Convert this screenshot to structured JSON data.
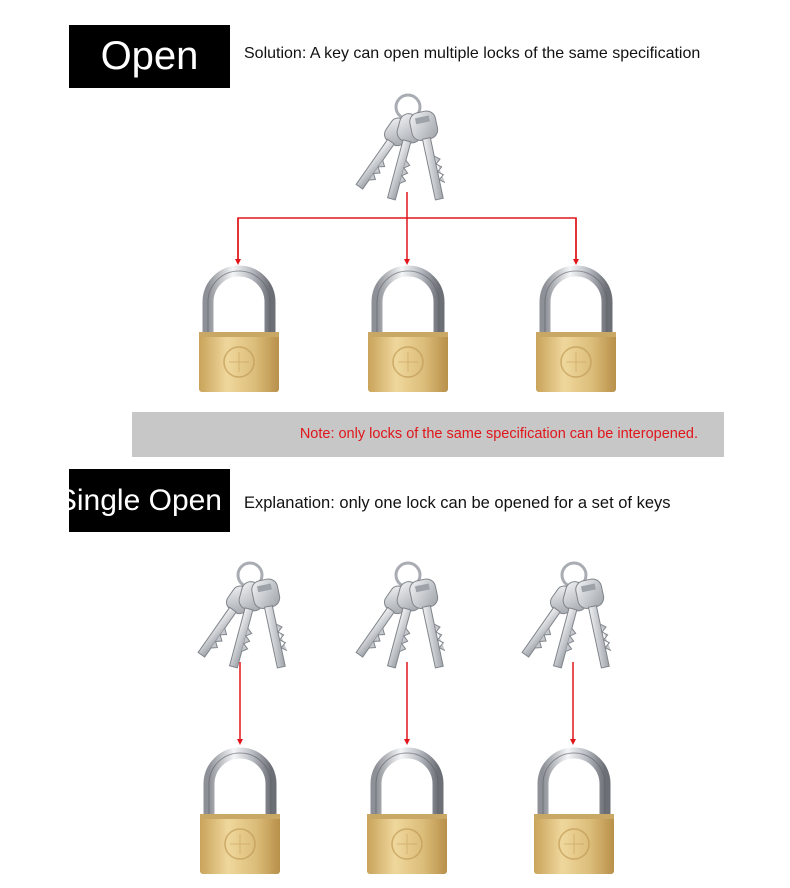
{
  "open_section": {
    "label": "Open",
    "caption": "Solution: A key can open multiple locks of the same specification"
  },
  "note": {
    "text": "Note: only locks of the same specification can be interopened."
  },
  "single_section": {
    "label": "Single Open",
    "caption": "Explanation: only one lock can be opened for a set of keys"
  },
  "colors": {
    "arrow": "#e0161b",
    "brass": "#d9b872",
    "note_band": "#c7c7c7",
    "label_box": "#000000"
  },
  "icons": [
    "key-bunch-icon",
    "padlock-icon",
    "down-arrow-icon"
  ]
}
